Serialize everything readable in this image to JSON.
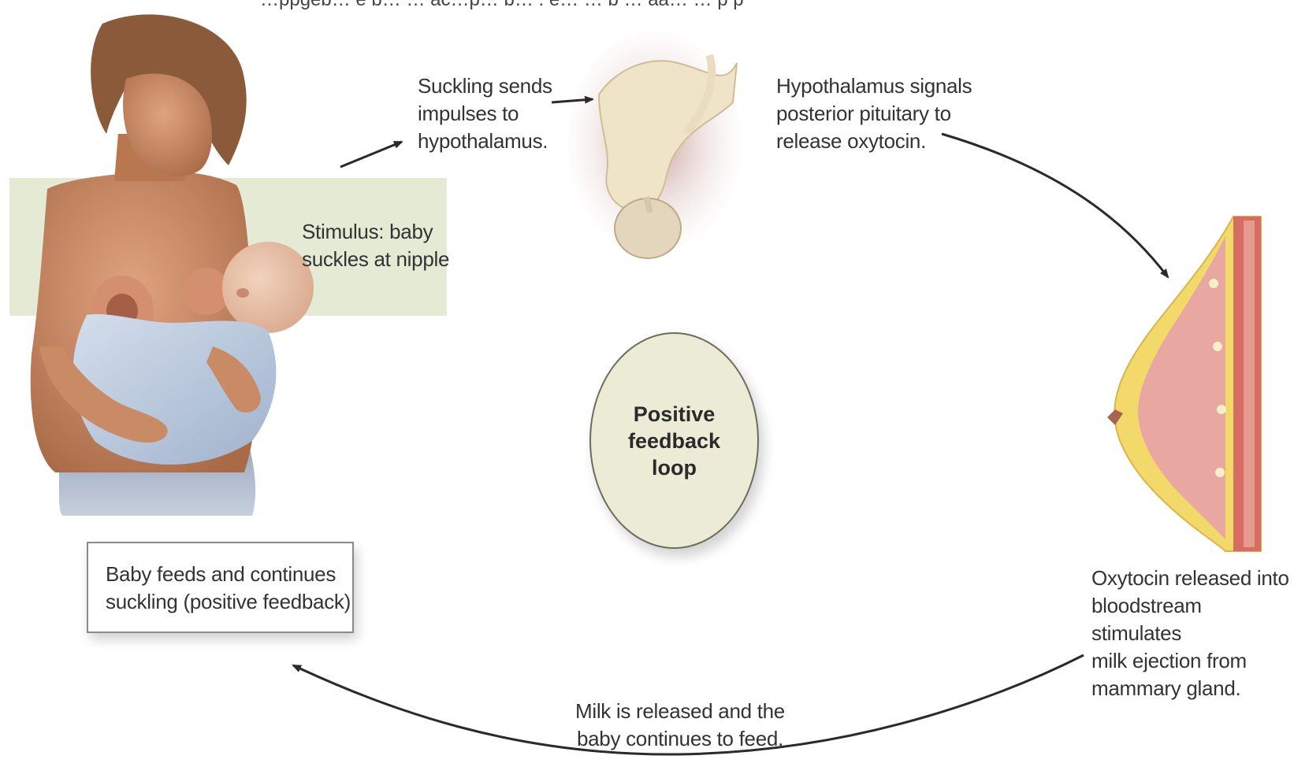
{
  "top_caption": "…ppgeb… e b… … ac…p… b… . e… … b … aa… … p p",
  "stimulus": {
    "line1": "Stimulus: baby",
    "line2": "suckles at nipple"
  },
  "suckling": {
    "line1": "Suckling sends",
    "line2": "impulses to",
    "line3": "hypothalamus."
  },
  "hypothalamus": {
    "line1": "Hypothalamus signals",
    "line2": "posterior pituitary to",
    "line3": "release oxytocin."
  },
  "oxytocin": {
    "line1": "Oxytocin released into",
    "line2": "bloodstream stimulates",
    "line3": "milk ejection from",
    "line4": "mammary gland."
  },
  "milk": {
    "line1": "Milk is released and the",
    "line2": "baby continues to feed."
  },
  "feeds": {
    "line1": "Baby feeds and continues",
    "line2": "suckling (positive feedback)"
  },
  "center": {
    "line1": "Positive",
    "line2": "feedback",
    "line3": "loop"
  },
  "colors": {
    "stimulus_bg": "#e5ead4",
    "loop_fill": "#ececd6",
    "arrow": "#2a2a2a",
    "skin": "#c98a66",
    "hair": "#8a5a3a",
    "blanket": "#b9c8dd",
    "tissue_pink": "#e8a7a0",
    "tissue_yellow": "#f3d96a"
  }
}
